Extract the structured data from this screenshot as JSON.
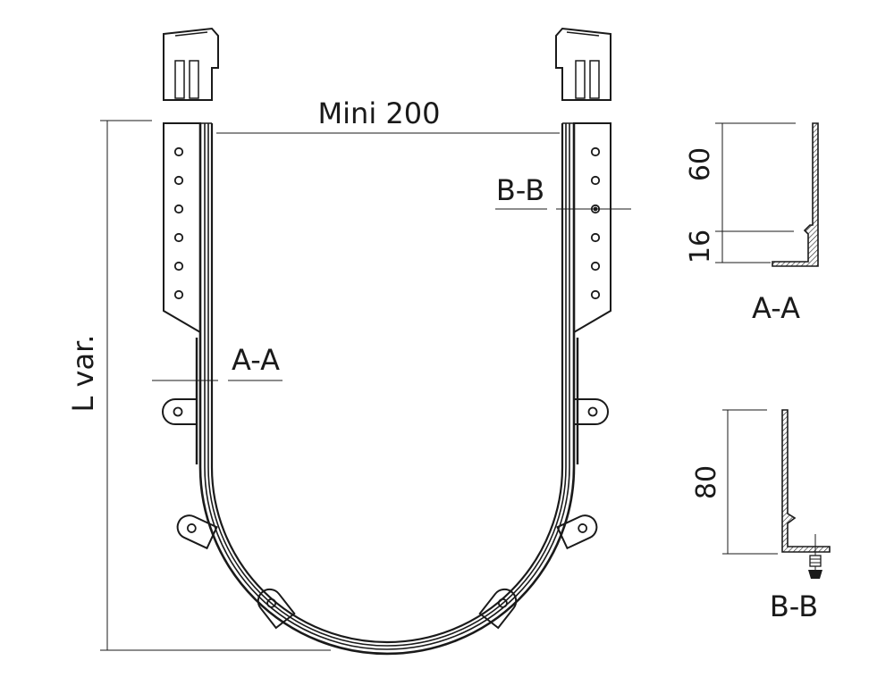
{
  "labels": {
    "width_label": "Mini 200",
    "length_label": "L var.",
    "section_a_marker": "A-A",
    "section_b_marker": "B-B",
    "section_a_title": "A-A",
    "section_b_title": "B-B"
  },
  "dimensions": {
    "a_upper": "60",
    "a_lower": "16",
    "b_height": "80"
  }
}
